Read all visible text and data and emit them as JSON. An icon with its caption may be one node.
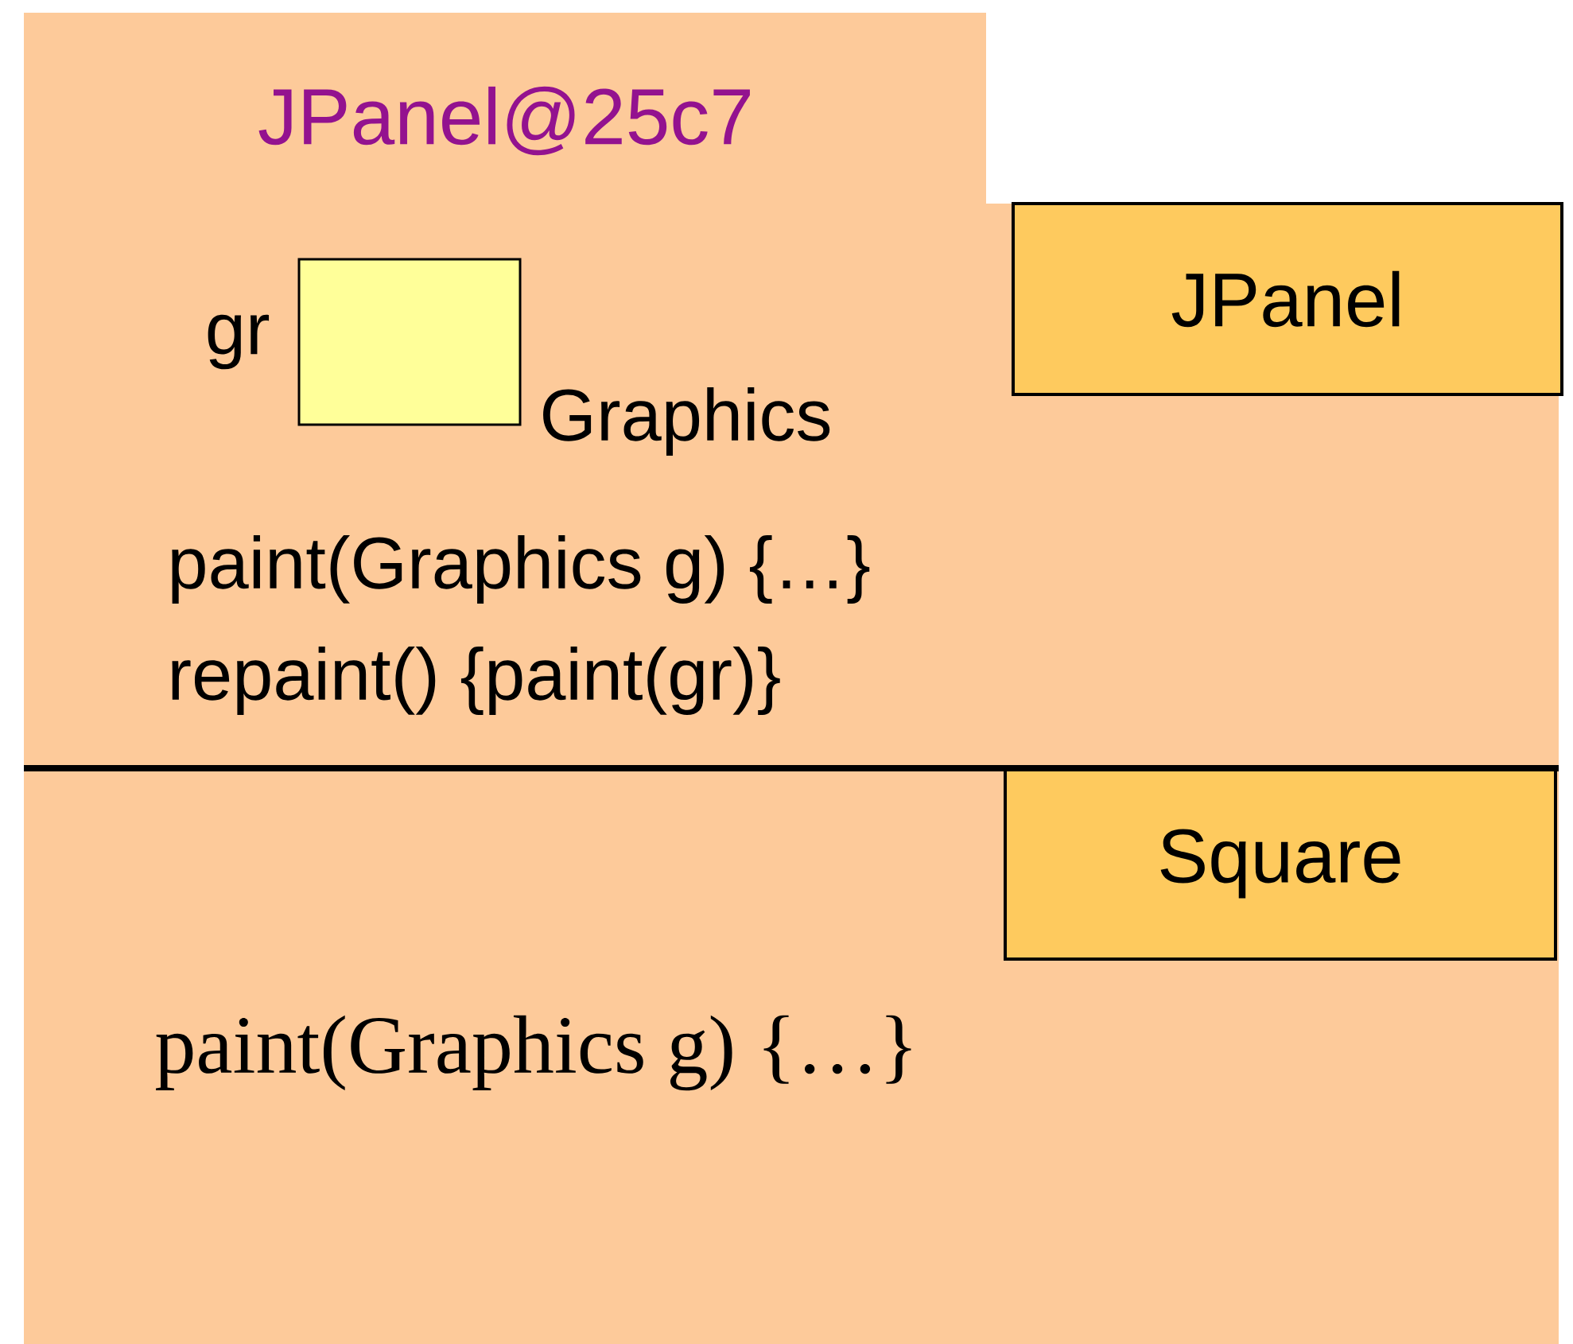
{
  "diagram": {
    "nodes": [
      {
        "text": [
          "JPanel@25c7"
        ]
      },
      {
        "text": [
          "JPanel"
        ],
        "in": 0
      },
      {
        "text": [],
        "shape": "box",
        "in": 0,
        "beside": [
          "gr",
          "Graphics"
        ]
      },
      {
        "text": [
          "Square"
        ],
        "in": 0
      }
    ],
    "labels": [
      "paint(Graphics g) {…}",
      "repaint() {paint(gr)}",
      "paint(Graphics g) {…}"
    ]
  }
}
